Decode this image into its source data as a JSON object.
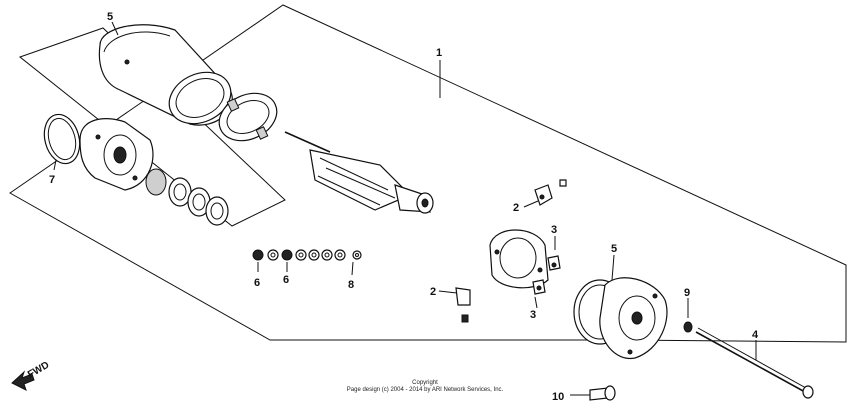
{
  "callouts": {
    "c1": "1",
    "c2a": "2",
    "c2b": "2",
    "c3a": "3",
    "c3b": "3",
    "c4": "4",
    "c5a": "5",
    "c5b": "5",
    "c6a": "6",
    "c6b": "6",
    "c7": "7",
    "c8": "8",
    "c9": "9",
    "c10": "10"
  },
  "fwd_label": "FWD",
  "copyright": {
    "line1": "Copyright",
    "line2": "Page design (c) 2004 - 2014 by ARI Network Services, Inc."
  }
}
